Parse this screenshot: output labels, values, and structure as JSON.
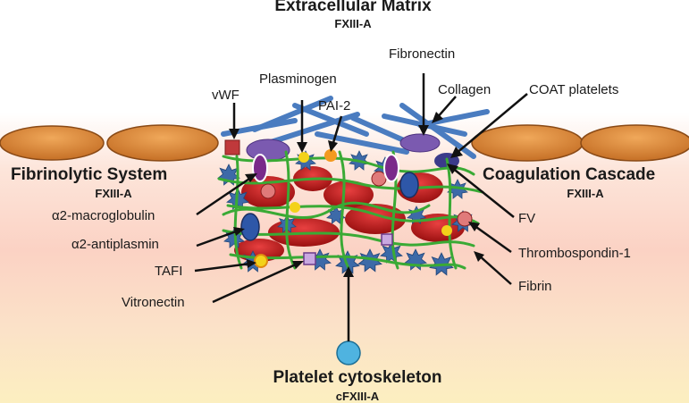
{
  "extracellular": {
    "title": "Extracellular Matrix",
    "sub": "FXIII-A"
  },
  "fibrinolytic": {
    "title": "Fibrinolytic System",
    "sub": "FXIII-A"
  },
  "coagulation": {
    "title": "Coagulation Cascade",
    "sub": "FXIII-A"
  },
  "platelet": {
    "title": "Platelet  cytoskeleton",
    "sub": "cFXIII-A"
  },
  "labels": {
    "vwf": "vWF",
    "plasminogen": "Plasminogen",
    "pai2": "PAI-2",
    "fibronectin": "Fibronectin",
    "collagen": "Collagen",
    "coat": "COAT platelets",
    "a2m": "α2-macroglobulin",
    "a2ap": "α2-antiplasmin",
    "tafi": "TAFI",
    "vitronectin": "Vitronectin",
    "fv": "FV",
    "tsp1": "Thrombospondin-1",
    "fibrin": "Fibrin"
  },
  "colors": {
    "background_top": "#ffffff",
    "background_mid": "#fbd7c7",
    "background_bottom": "#fcefc0",
    "endothelial_cell": "#dd8a38",
    "red_cell": "#c22020",
    "platelet_star": "#3d6aa8",
    "fibrin_strand": "#3aaa35",
    "collagen_fiber": "#4a7cc0",
    "cytoskeleton": "#4fb3e0"
  }
}
